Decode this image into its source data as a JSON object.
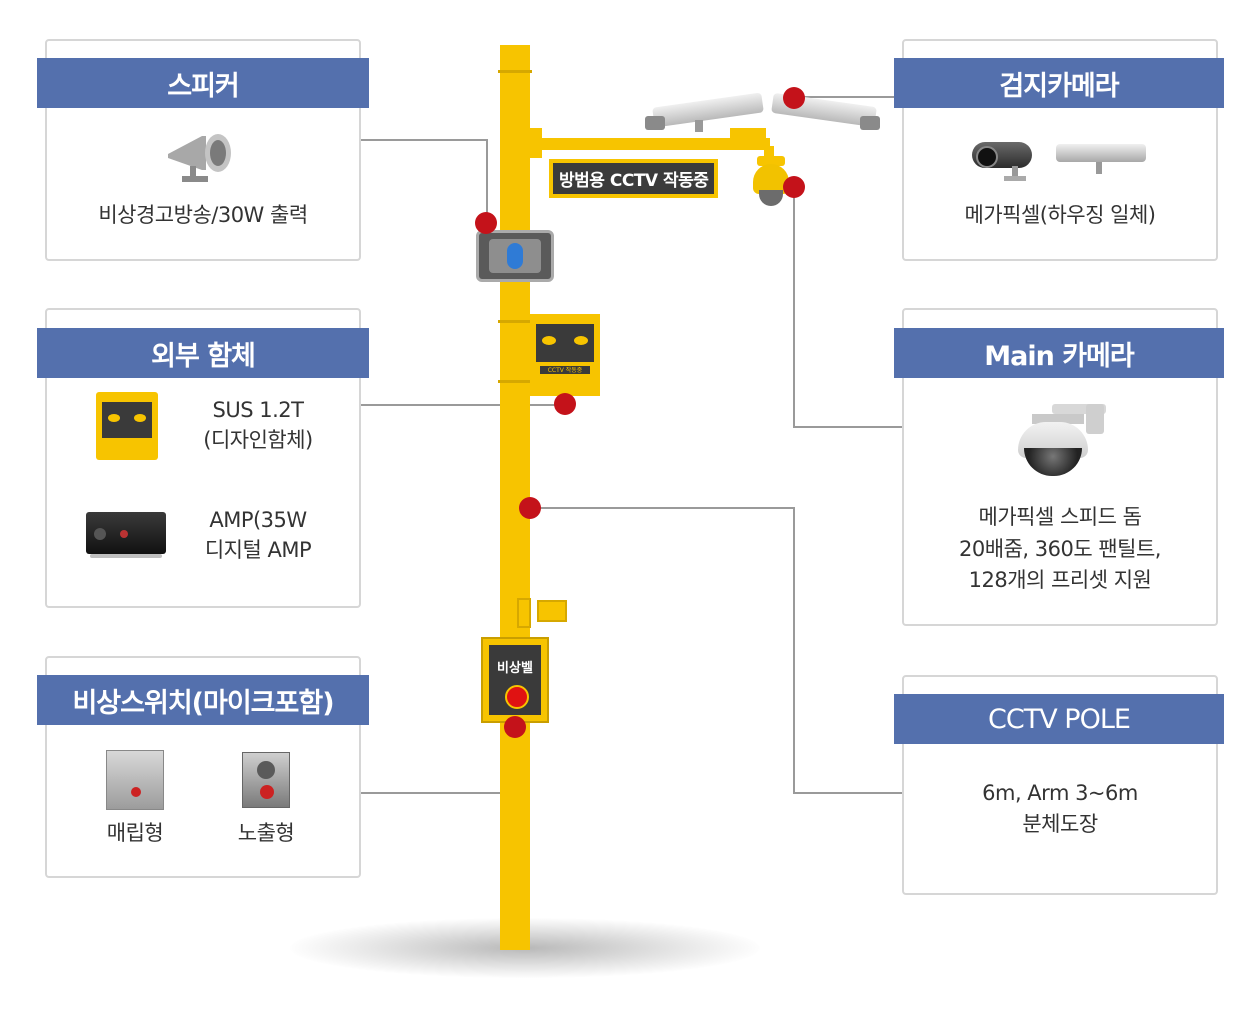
{
  "speaker": {
    "title": "스피커",
    "desc": "비상경고방송/30W 출력"
  },
  "enclosure": {
    "title": "외부 함체",
    "item1_line1": "SUS 1.2T",
    "item1_line2": "(디자인함체)",
    "item2_line1": "AMP(35W",
    "item2_line2": "디지털 AMP"
  },
  "emergency_switch": {
    "title": "비상스위치(마이크포함)",
    "type1": "매립형",
    "type2": "노출형"
  },
  "detect_camera": {
    "title": "검지카메라",
    "desc": "메가픽셀(하우징 일체)"
  },
  "main_camera": {
    "title": "Main 카메라",
    "line1": "메가픽셀 스피드 돔",
    "line2": "20배줌, 360도 팬틸트,",
    "line3": "128개의 프리셋 지원"
  },
  "cctv_pole": {
    "title": "CCTV POLE",
    "line1": "6m, Arm 3~6m",
    "line2": "분체도장"
  },
  "pole_labels": {
    "cctv_sign": "방범용 CCTV 작동중",
    "bell_label": "비상벨",
    "box_label": "CCTV 작동중"
  },
  "colors": {
    "header": "#5470ad",
    "pole": "#f7c400",
    "marker": "#c4121a",
    "connector": "#9a9a9a",
    "card_border": "#d6d6d6"
  }
}
